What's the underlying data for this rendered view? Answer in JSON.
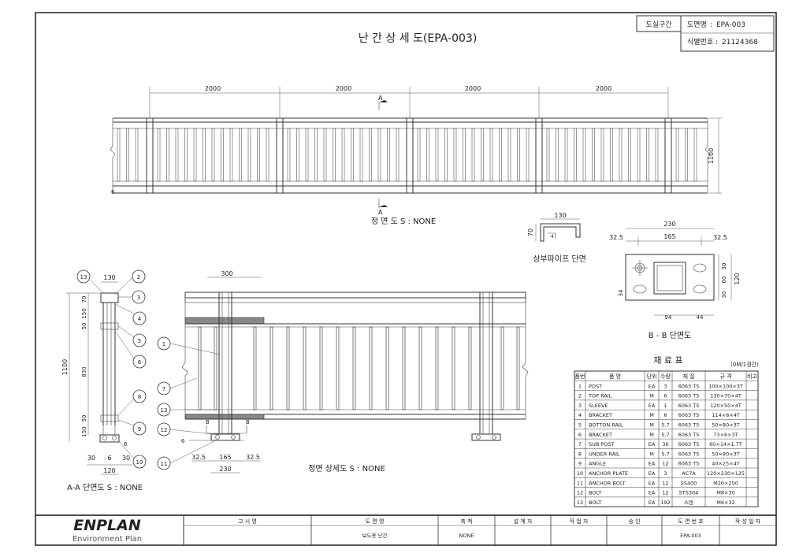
{
  "sheet": {
    "id_label": "도실구간",
    "drawing_name_label": "도면명",
    "drawing_name_value": "EPA-003",
    "id_number_label": "식별번호",
    "id_number_value": "21124368",
    "colon": ":"
  },
  "main_title": "난 간 상 세 도(EPA-003)",
  "elevation": {
    "spans": [
      "2000",
      "2000",
      "2000",
      "2000"
    ],
    "height": "1100",
    "section_mark": "A",
    "left_mark": "6",
    "caption": "정 면 도 S : NONE"
  },
  "pipe_section": {
    "w": "130",
    "h": "70",
    "t": "4",
    "caption": "상부파이프 단면"
  },
  "base_section": {
    "total": "230",
    "left": "32.5",
    "mid": "165",
    "right": "32.5",
    "side_top": "30",
    "side_mid": "60",
    "side_bot": "30",
    "side_total": "120",
    "hole": "34",
    "bottom_a": "94",
    "bottom_b": "44",
    "caption": "B - B 단면도"
  },
  "aa_section": {
    "top_w": "130",
    "d70": "70",
    "d150a": "150",
    "d50a": "50",
    "d830": "830",
    "d50b": "50",
    "d150b": "150",
    "height": "1100",
    "b30a": "30",
    "b6": "6",
    "b30b": "30",
    "b120": "120",
    "balloons": [
      "13",
      "2",
      "3",
      "4",
      "5",
      "6",
      "8",
      "9",
      "10"
    ],
    "caption": "A-A 단면도 S : NONE"
  },
  "detail": {
    "top_w": "300",
    "balloons": [
      "1",
      "7",
      "13",
      "12",
      "11"
    ],
    "b_mark": "B",
    "left6": "6",
    "d325a": "32.5",
    "d165": "165",
    "d325b": "32.5",
    "d230": "230",
    "caption": "정면 상세도 S : NONE"
  },
  "materials": {
    "title": "재   료   표",
    "note": "(0M/1경간)",
    "headers": [
      "품번",
      "품   명",
      "단위",
      "수량",
      "재   질",
      "규   격",
      "비고"
    ],
    "rows": [
      [
        "1",
        "POST",
        "EA",
        "3",
        "6063 T5",
        "100×100×3T",
        ""
      ],
      [
        "2",
        "TOP RAIL",
        "M",
        "6",
        "6063 T5",
        "130×70×4T",
        ""
      ],
      [
        "3",
        "SLEEVE",
        "EA",
        "1",
        "6063 T5",
        "120×50×4T",
        ""
      ],
      [
        "4",
        "BRACKET",
        "M",
        "6",
        "6063 T5",
        "114×8×4T",
        ""
      ],
      [
        "5",
        "BOTTON RAIL",
        "M",
        "5.7",
        "6063 T5",
        "50×80×3T",
        ""
      ],
      [
        "6",
        "BRACKET",
        "M",
        "5.7",
        "6063 T5",
        "73×6×3T",
        ""
      ],
      [
        "7",
        "SUB POST",
        "EA",
        "36",
        "6063 T5",
        "60×14×1.7T",
        ""
      ],
      [
        "8",
        "UNDER RAIL",
        "M",
        "5.7",
        "6063 T5",
        "50×80×3T",
        ""
      ],
      [
        "9",
        "ANGLE",
        "EA",
        "12",
        "6063 T5",
        "40×25×4T",
        ""
      ],
      [
        "10",
        "ANCHOR PLATE",
        "EA",
        "3",
        "AC7A",
        "120×230×125",
        ""
      ],
      [
        "11",
        "ANCHOR BOLT",
        "EA",
        "12",
        "SS400",
        "M20×250",
        ""
      ],
      [
        "12",
        "BOLT",
        "EA",
        "12",
        "STS304",
        "M8×30",
        ""
      ],
      [
        "13",
        "BOLT",
        "EA",
        "192",
        "스텐",
        "M6×32",
        ""
      ]
    ]
  },
  "title_block": {
    "logo": "ENPLAN",
    "logo_sub": "Environment Plan",
    "headers": [
      "고    시    명",
      "도    면    명",
      "축    척",
      "설  계  자",
      "작  업  자",
      "승    인",
      "도 면 번 호",
      "작 성 일 자"
    ],
    "values": [
      "",
      "보도용 난간",
      "NONE",
      "",
      "",
      "",
      "EPA-003",
      ""
    ]
  }
}
